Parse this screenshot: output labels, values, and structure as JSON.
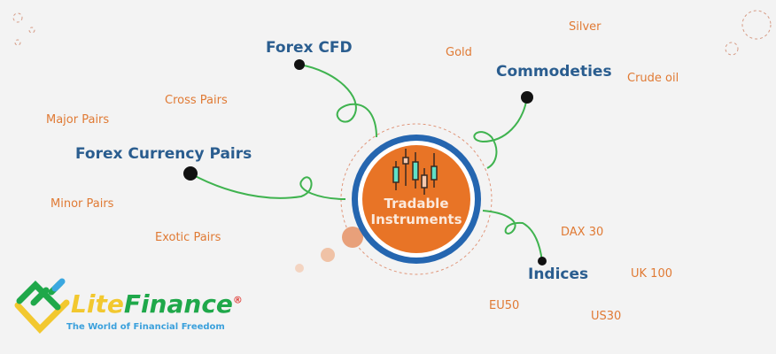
{
  "center": {
    "line1": "Tradable",
    "line2": "Instruments"
  },
  "categories": [
    {
      "label": "Forex CFD"
    },
    {
      "label": "Commodeties"
    },
    {
      "label": "Forex Currency Pairs"
    },
    {
      "label": "Indices"
    }
  ],
  "items": {
    "forex_pairs": [
      "Cross Pairs",
      "Major Pairs",
      "Minor Pairs",
      "Exotic Pairs"
    ],
    "commodities": [
      "Gold",
      "Silver",
      "Crude oil"
    ],
    "indices": [
      "DAX 30",
      "UK 100",
      "EU50",
      "US30"
    ]
  },
  "logo": {
    "name_lite": "Lite",
    "name_finance": "Finance",
    "reg": "®",
    "tagline": "The World of Financial Freedom"
  },
  "colors": {
    "blue": "#2a5d8f",
    "orange": "#e87426",
    "green": "#3fb34f",
    "ring": "#2566b0"
  }
}
